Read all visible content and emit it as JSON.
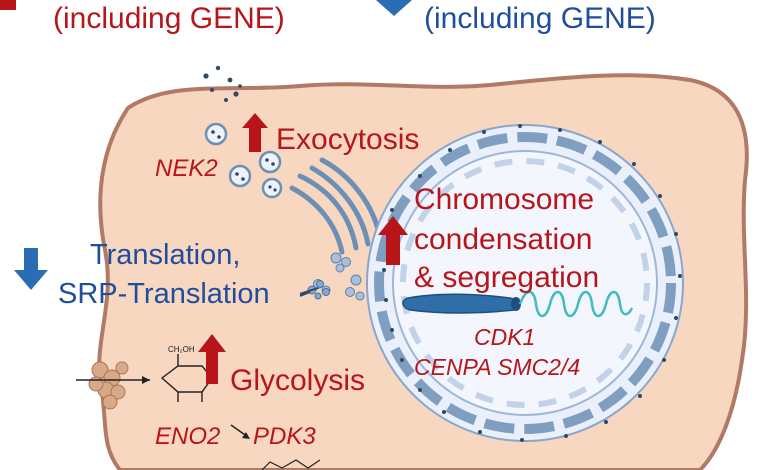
{
  "header": {
    "left_line": "(including GENE)",
    "right_line": "(including GENE)"
  },
  "labels": {
    "exocytosis": "Exocytosis",
    "nek2": "NEK2",
    "chromosome_l1": "Chromosome",
    "chromosome_l2": "condensation",
    "chromosome_l3": "& segregation",
    "translation_l1": "Translation,",
    "translation_l2": "SRP-Translation",
    "cdk1": "CDK1",
    "cenpa": "CENPA SMC2/4",
    "glycolysis": "Glycolysis",
    "eno2": "ENO2",
    "pdk3": "PDK3"
  },
  "colors": {
    "up_red": "#b8151b",
    "down_blue": "#1f4e9c",
    "cell_fill": "#f8d7c0",
    "cell_border": "#b07a67",
    "nucleus_fill": "#e9f0fb",
    "nucleus_border": "#8aa6cc",
    "chromosome": "#2f6ea8",
    "dna": "#3fbcc0"
  },
  "icons": {
    "up_arrow": "red-up-arrow-icon",
    "down_arrow": "blue-down-arrow-icon"
  }
}
